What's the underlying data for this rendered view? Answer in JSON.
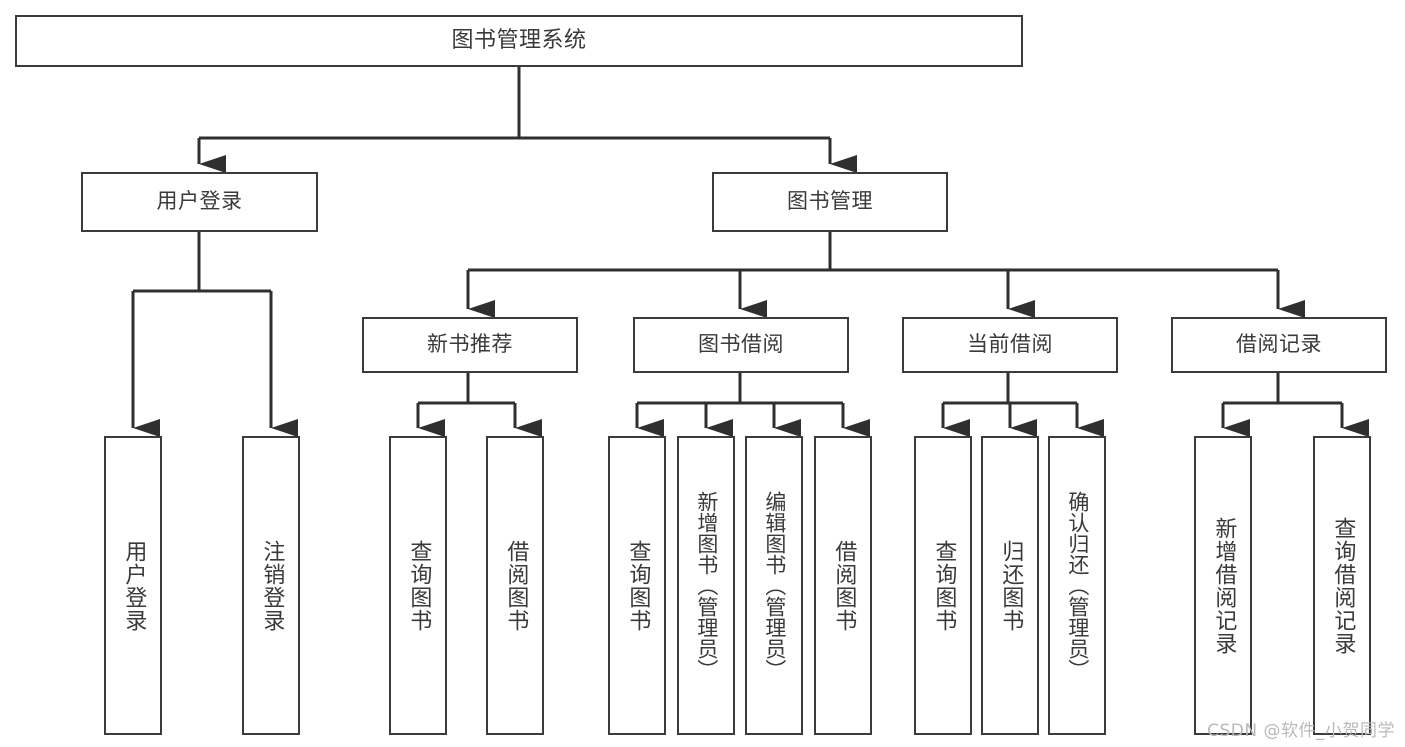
{
  "diagram": {
    "title": "图书管理系统",
    "type": "tree",
    "watermark": "CSDN @软件_小贺同学",
    "colors": {
      "box_border": "#3b3b3b",
      "box_fill": "#ffffff",
      "text": "#3a3a3a",
      "edge": "#2f2f2f",
      "watermark": "#b9b9b9",
      "background": "#ffffff"
    },
    "root": {
      "label": "图书管理系统"
    },
    "level2": [
      {
        "label": "用户登录"
      },
      {
        "label": "图书管理"
      }
    ],
    "level3": [
      {
        "label": "新书推荐"
      },
      {
        "label": "图书借阅"
      },
      {
        "label": "当前借阅"
      },
      {
        "label": "借阅记录"
      }
    ],
    "leaves": {
      "user_login": [
        {
          "label": "用户登录"
        },
        {
          "label": "注销登录"
        }
      ],
      "new_book": [
        {
          "label": "查询图书"
        },
        {
          "label": "借阅图书"
        }
      ],
      "book_borrow": [
        {
          "label": "查询图书"
        },
        {
          "label": "新增图书（管理员）"
        },
        {
          "label": "编辑图书（管理员）"
        },
        {
          "label": "借阅图书"
        }
      ],
      "current_borrow": [
        {
          "label": "查询图书"
        },
        {
          "label": "归还图书"
        },
        {
          "label": "确认归还（管理员）"
        }
      ],
      "borrow_record": [
        {
          "label": "新增借阅记录"
        },
        {
          "label": "查询借阅记录"
        }
      ]
    }
  }
}
